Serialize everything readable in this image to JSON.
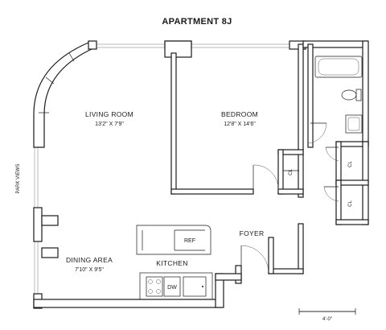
{
  "title": "APARTMENT 8J",
  "side_note": "PARK VIEWS",
  "rooms": {
    "living": {
      "name": "LIVING ROOM",
      "dims": "13'2\" X 7'9\""
    },
    "bedroom": {
      "name": "BEDROOM",
      "dims": "12'8\" X 14'6\""
    },
    "dining": {
      "name": "DINING AREA",
      "dims": "7'10\" X 9'5\""
    },
    "kitchen": {
      "name": "KITCHEN"
    },
    "foyer": {
      "name": "FOYER"
    }
  },
  "fixtures": {
    "ref": "REF",
    "dw": "DW",
    "closet": "CL"
  },
  "scale": "4'-0\""
}
